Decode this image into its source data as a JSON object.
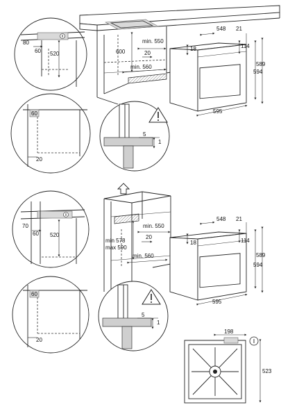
{
  "top": {
    "cabinet": {
      "min_550": "min. 550",
      "d20": "20",
      "min_560": "min. 560",
      "h600": "600"
    },
    "zoom_plug": {
      "d80": "80",
      "d60": "60",
      "d520": "520"
    },
    "zoom_corner": {
      "d60": "60",
      "d20": "20"
    },
    "zoom_warning": {
      "d5": "5",
      "d1": "1"
    },
    "oven": {
      "d548": "548",
      "d21": "21",
      "d18": "18",
      "d114": "114",
      "d589": "589",
      "d594": "594",
      "d595": "595"
    }
  },
  "bottom": {
    "cabinet": {
      "min_550": "min. 550",
      "d20": "20",
      "min_578": "min 578",
      "max_590": "max 590",
      "min_560": "min. 560"
    },
    "zoom_plug": {
      "d70": "70",
      "d60": "60",
      "d520": "520"
    },
    "zoom_corner": {
      "d60": "60",
      "d20": "20"
    },
    "zoom_warning": {
      "d5": "5",
      "d1": "1"
    },
    "oven": {
      "d548": "548",
      "d21": "21",
      "d18": "18",
      "d114": "114",
      "d589": "589",
      "d594": "594",
      "d595": "595"
    }
  },
  "rear_view": {
    "d198": "198",
    "d523": "523"
  }
}
